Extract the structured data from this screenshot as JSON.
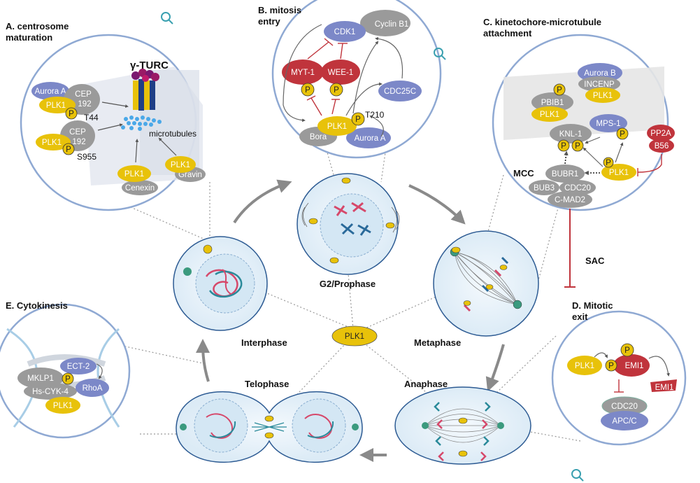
{
  "panels": {
    "a": {
      "title": "A. centrosome",
      "title2": "maturation",
      "gamma": "γ-TURC",
      "micro": "microtubules",
      "t44": "T44",
      "s955": "S955",
      "aurora": "Aurora A",
      "cep1": "CEP",
      "cep2": "192",
      "plk": "PLK1",
      "p": "P",
      "cenexin": "Cenexin",
      "gravin": "Gravin"
    },
    "b": {
      "title": "B. mitosis",
      "title2": "entry",
      "cdk1": "CDK1",
      "cyclin": "Cyclin B1",
      "myt1": "MYT-1",
      "wee1": "WEE-1",
      "cdc25c": "CDC25C",
      "t210": "T210",
      "plk": "PLK1",
      "bora": "Bora",
      "aurora": "Aurora A",
      "p": "P"
    },
    "c": {
      "title": "C. kinetochore-microtubule",
      "title2": "attachment",
      "aurorab": "Aurora B",
      "incenp": "INCENP",
      "plk": "PLK1",
      "pbib1": "PBIB1",
      "mps1": "MPS-1",
      "knl1": "KNL-1",
      "pp2a": "PP2A",
      "b56": "B56",
      "mcc": "MCC",
      "bubr1": "BUBR1",
      "bub3": "BUB3",
      "cdc20": "CDC20",
      "cmad2": "C-MAD2",
      "p": "P"
    },
    "d": {
      "title": "D. Mitotic",
      "title2": "exit",
      "plk": "PLK1",
      "emi1": "EMI1",
      "emi1b": "EMI1",
      "cdc20": "CDC20",
      "apcc": "APC/C",
      "p": "P"
    },
    "e": {
      "title": "E. Cytokinesis",
      "mklp1": "MKLP1",
      "hscyk4": "Hs-CYK-4",
      "ect2": "ECT-2",
      "rhoa": "RhoA",
      "plk": "PLK1",
      "p": "P"
    }
  },
  "phases": {
    "g2": "G2/Prophase",
    "interphase": "Interphase",
    "metaphase": "Metaphase",
    "anaphase": "Anaphase",
    "telophase": "Telophase"
  },
  "center": "PLK1",
  "sac": "SAC",
  "colors": {
    "plk": "#e8c20a",
    "grey": "#9a9a9a",
    "blue": "#7c88c8",
    "red": "#c0343c",
    "cell": "#e9f3fa",
    "cellEdge": "#2d5b93",
    "panelEdge": "#8fa9d3",
    "arrow": "#8a8a8a"
  }
}
